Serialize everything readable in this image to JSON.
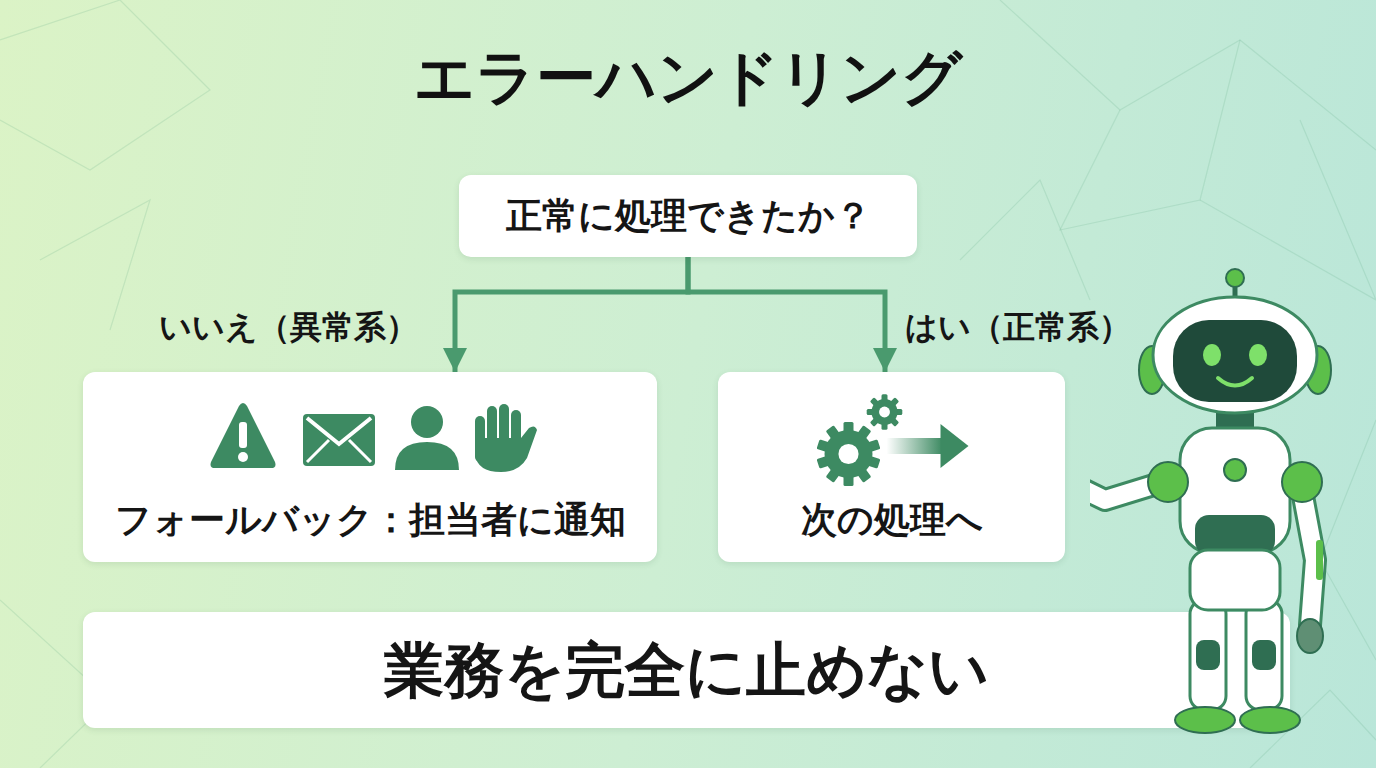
{
  "diagram": {
    "title": "エラーハンドリング",
    "nodes": [
      {
        "text": [
          "正常に処理できたか？"
        ]
      },
      {
        "text": [
          "フォールバック：担当者に通知"
        ]
      },
      {
        "text": [
          "次の処理へ"
        ]
      },
      {
        "text": [
          "業務を完全に止めない"
        ]
      }
    ],
    "edges": [
      {
        "from": 0,
        "to": 1,
        "label": "いいえ（異常系）",
        "arrow": "to"
      },
      {
        "from": 0,
        "to": 2,
        "label": "はい（正常系）",
        "arrow": "to"
      }
    ]
  }
}
